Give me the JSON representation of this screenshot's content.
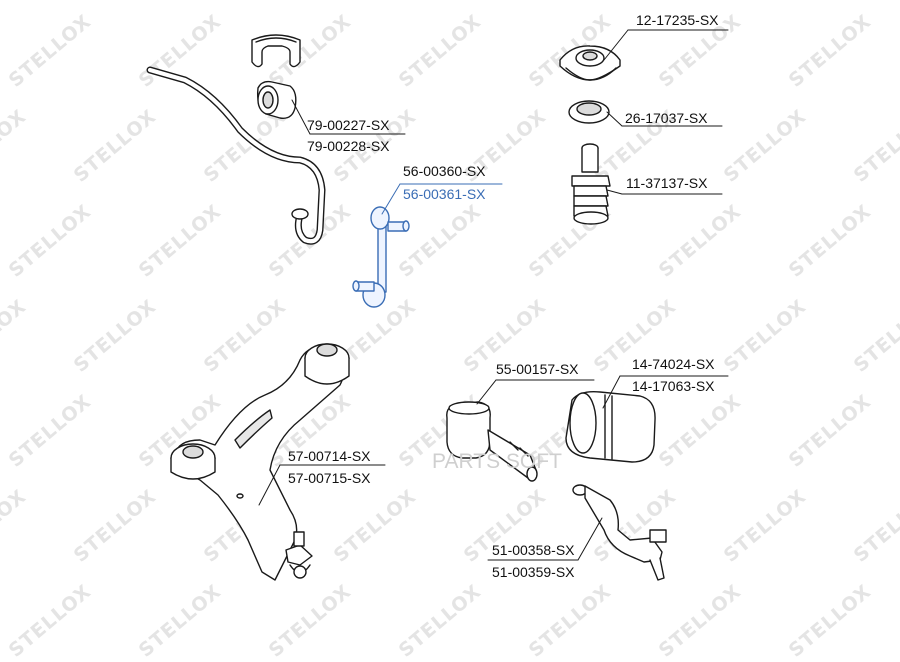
{
  "watermark": "STELLOX",
  "site_watermark": "PARTS SOFT",
  "colors": {
    "accent_blue": "#3a6db5",
    "ink": "#111111",
    "watermark": "#e4e4e4"
  },
  "parts": {
    "top_mount": "12-17235-SX",
    "bearing": "26-17037-SX",
    "boot": "11-37137-SX",
    "bushing_a": "79-00227-SX",
    "bushing_b": "79-00228-SX",
    "link_a": "56-00360-SX",
    "link_b": "56-00361-SX",
    "arm_a": "57-00714-SX",
    "arm_b": "57-00715-SX",
    "silent_block": "55-00157-SX",
    "sb_bush_a": "14-74024-SX",
    "sb_bush_b": "14-17063-SX",
    "tie_rod_a": "51-00358-SX",
    "tie_rod_b": "51-00359-SX"
  }
}
